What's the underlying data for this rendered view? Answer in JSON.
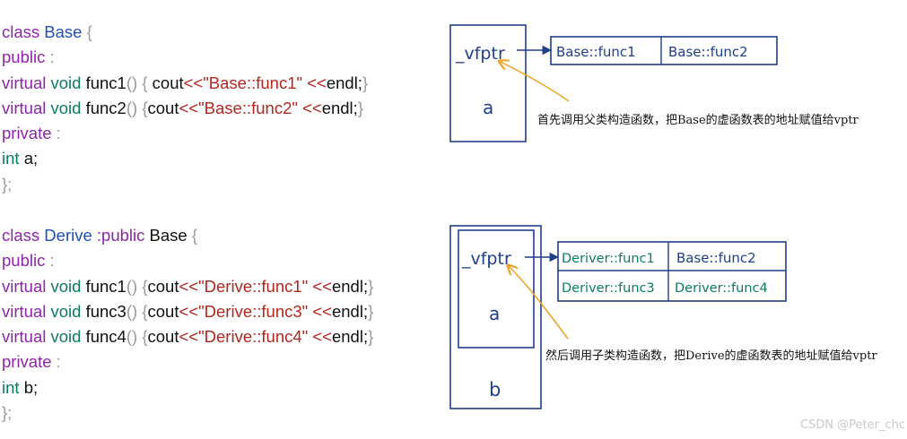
{
  "base_code": {
    "l1": {
      "kw": "class",
      "name": "Base",
      "brace": "{"
    },
    "l2": {
      "kw": "public",
      "colon": ":"
    },
    "l3": {
      "kw": "virtual",
      "type": "void",
      "fn": "func1",
      "parens": "()",
      "open": "{",
      "cout": "cout",
      "op1": "<<",
      "str": "\"Base::func1\"",
      "op2": "<<",
      "endl": "endl;",
      "close": "}"
    },
    "l4": {
      "kw": "virtual",
      "type": "void",
      "fn": "func2",
      "parens": "()",
      "open": "{",
      "cout": "cout",
      "op1": "<<",
      "str": "\"Base::func2\"",
      "op2": "<<",
      "endl": "endl;",
      "close": "}"
    },
    "l5": {
      "kw": "private",
      "colon": ":"
    },
    "l6": {
      "type": "int",
      "var": "a;"
    },
    "l7": {
      "close": "};"
    }
  },
  "derive_code": {
    "l1": {
      "kw": "class",
      "name": "Derive",
      "colon_public": ":public",
      "base": "Base",
      "brace": "{"
    },
    "l2": {
      "kw": "public",
      "colon": ":"
    },
    "l3": {
      "kw": "virtual",
      "type": "void",
      "fn": "func1",
      "parens": "()",
      "open": "{",
      "cout": "cout",
      "op1": "<<",
      "str": "\"Derive::func1\"",
      "op2": "<<",
      "endl": "endl;",
      "close": "}"
    },
    "l4": {
      "kw": "virtual",
      "type": "void",
      "fn": "func3",
      "parens": "()",
      "open": "{",
      "cout": "cout",
      "op1": "<<",
      "str": "\"Derive::func3\"",
      "op2": "<<",
      "endl": "endl;",
      "close": "}"
    },
    "l5": {
      "kw": "virtual",
      "type": "void",
      "fn": "func4",
      "parens": "()",
      "open": "{",
      "cout": "cout",
      "op1": "<<",
      "str": "\"Derive::func4\"",
      "op2": "<<",
      "endl": "endl;",
      "close": "}"
    },
    "l6": {
      "kw": "private",
      "colon": ":"
    },
    "l7": {
      "type": "int",
      "var": "b;"
    },
    "l8": {
      "close": "};"
    }
  },
  "diagram_top": {
    "vfptr": "_vfptr",
    "member": "a",
    "vtable": [
      "Base::func1",
      "Base::func2"
    ],
    "note": "首先调用父类构造函数，把Base的虚函数表的地址赋值给vptr"
  },
  "diagram_bottom": {
    "vfptr": "_vfptr",
    "inner_member": "a",
    "outer_member": "b",
    "vtable": [
      "Deriver::func1",
      "Base::func2",
      "Deriver::func3",
      "Deriver::func4"
    ],
    "note": "然后调用子类构造函数，把Derive的虚函数表的地址赋值给vptr"
  },
  "watermark": "CSDN @Peter_chc",
  "colors": {
    "arrow_orange": "#f0a020",
    "hand_blue": "#1f3f8a",
    "hand_green": "#0a7d61"
  }
}
